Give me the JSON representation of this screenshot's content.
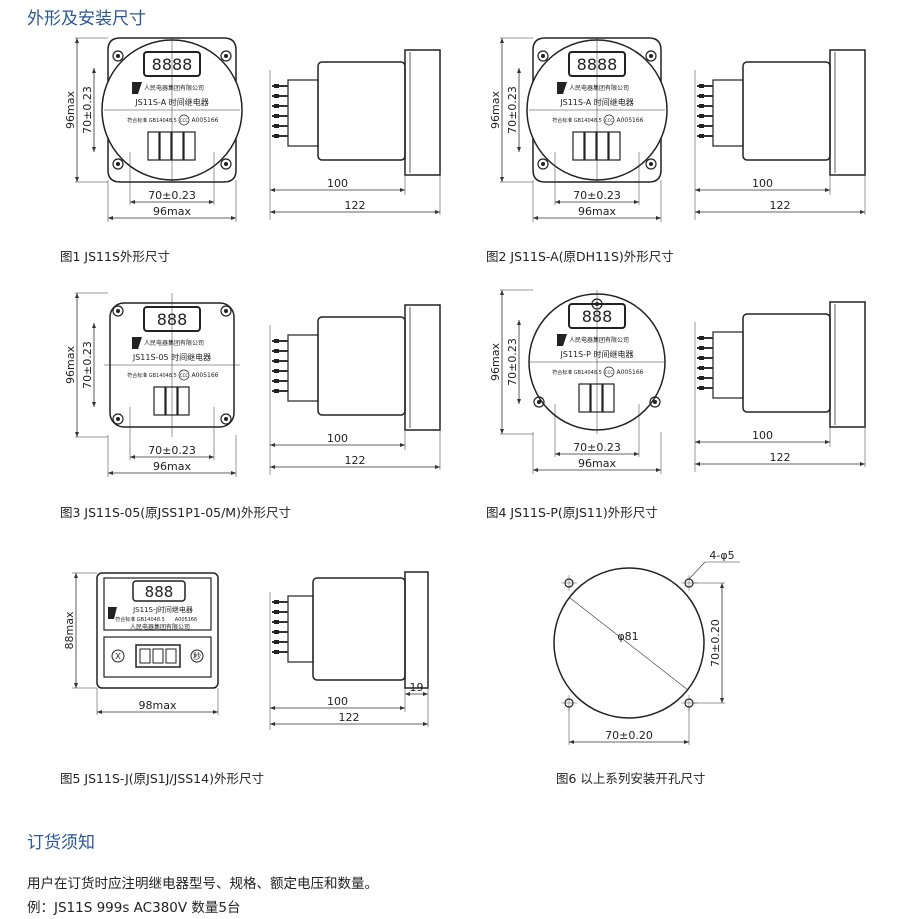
{
  "section1_title": "外形及安装尺寸",
  "section2_title": "订货须知",
  "order_text": "用户在订货时应注明继电器型号、规格、额定电压和数量。",
  "order_example": "例：JS11S  999s  AC380V  数量5台",
  "panel": {
    "company": "人民电器集团有限公司",
    "standard": "符合标准 GB14048.5",
    "ccc": "CCC",
    "cert": "A005166"
  },
  "figures": [
    {
      "caption": "图1  JS11S外形尺寸",
      "model": "JS11S-A 时间继电器",
      "display": "8888",
      "dims": {
        "outer": "96max",
        "inner": "70±0.23",
        "depth": "100",
        "total": "122"
      }
    },
    {
      "caption": "图2  JS11S-A(原DH11S)外形尺寸",
      "model": "JS11S-A 时间继电器",
      "display": "8888",
      "dims": {
        "outer": "96max",
        "inner": "70±0.23",
        "depth": "100",
        "total": "122"
      }
    },
    {
      "caption": "图3  JS11S-05(原JSS1P1-05/M)外形尺寸",
      "model": "JS11S-05 时间继电器",
      "display": "888",
      "dims": {
        "outer": "96max",
        "inner": "70±0.23",
        "depth": "100",
        "total": "122"
      }
    },
    {
      "caption": "图4  JS11S-P(原JS11)外形尺寸",
      "model": "JS11S-P 时间继电器",
      "display": "888",
      "dims": {
        "outer": "96max",
        "inner": "70±0.23",
        "depth": "100",
        "total": "122"
      }
    },
    {
      "caption": "图5  JS11S-J(原JS1J/JSS14)外形尺寸",
      "model": "JS11S-J时间继电器",
      "display": "888",
      "dims": {
        "height": "88max",
        "width": "98max",
        "depth": "100",
        "total": "122",
        "flange": "19"
      },
      "knob_left": "X",
      "knob_right": "秒"
    },
    {
      "caption": "图6  以上系列安装开孔尺寸",
      "dims": {
        "holes": "4-φ5",
        "diameter": "φ81",
        "vertical": "70±0.20",
        "horizontal": "70±0.20"
      }
    }
  ]
}
